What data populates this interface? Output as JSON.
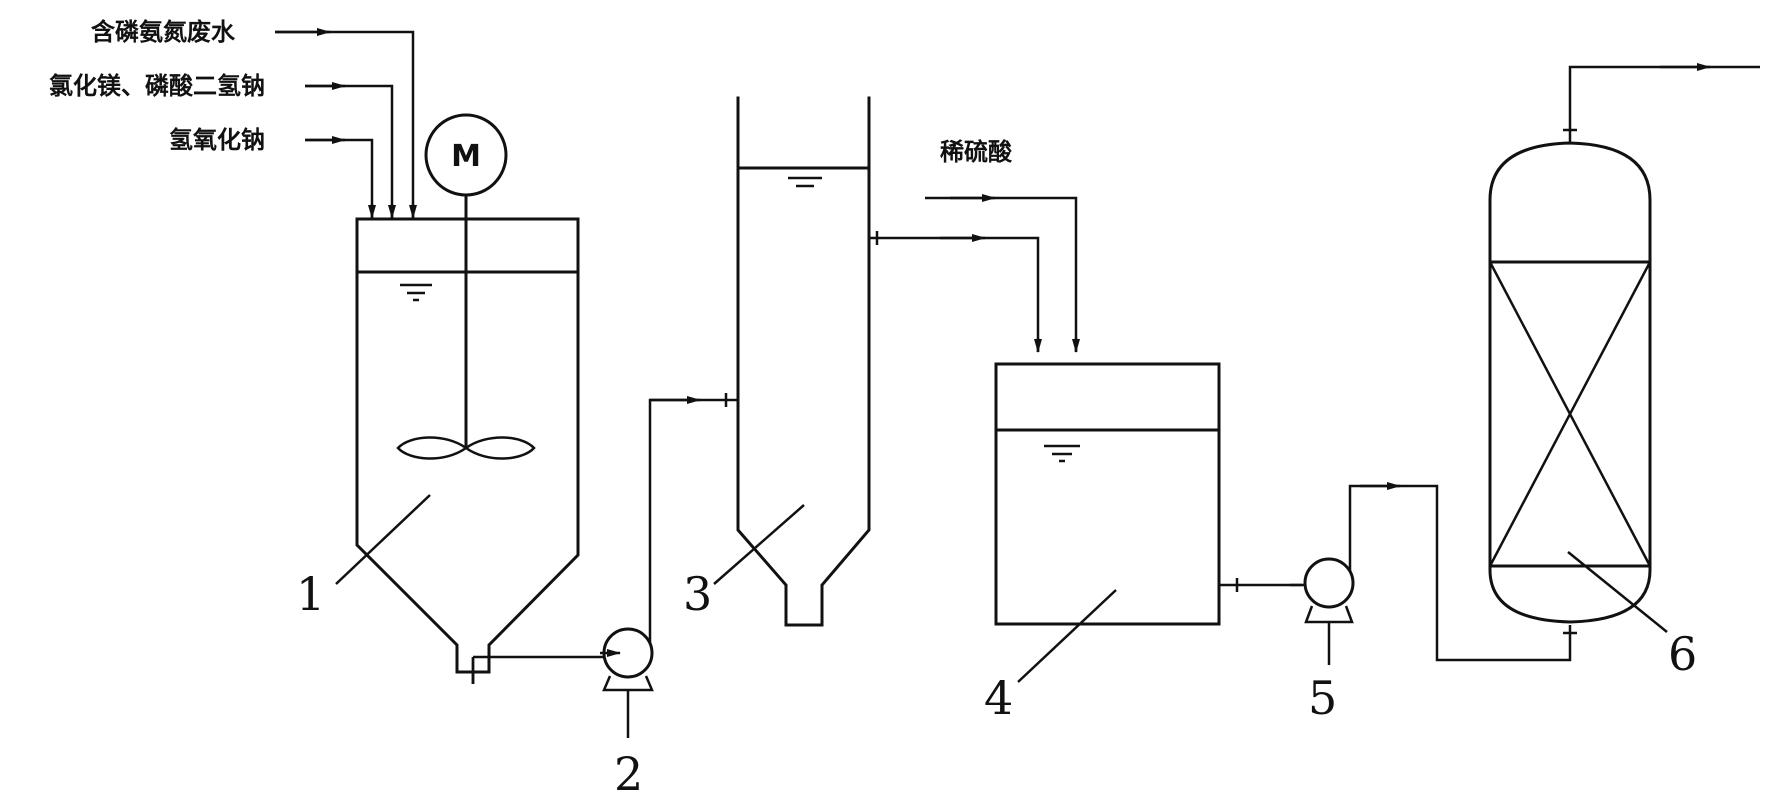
{
  "feeds": {
    "wastewater": "含磷氨氮废水",
    "mg_phosphate": "氯化镁、磷酸二氢钠",
    "naoh": "氢氧化钠",
    "acid": "稀硫酸"
  },
  "motor_label": "M",
  "units": [
    "1",
    "2",
    "3",
    "4",
    "5",
    "6"
  ],
  "colors": {
    "line": "#111111",
    "background": "#ffffff"
  }
}
